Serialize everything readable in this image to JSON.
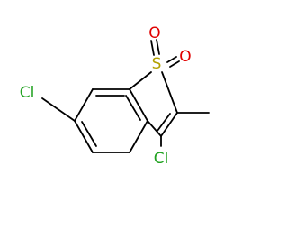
{
  "molecule": {
    "atom_labels": {
      "s": "S",
      "o1": "O",
      "o2": "O",
      "cl6": "Cl",
      "cl3": "Cl"
    },
    "colors": {
      "bond": "#000000",
      "sulfur": "#b3a100",
      "oxygen": "#e00000",
      "chlorine": "#22a322"
    }
  }
}
